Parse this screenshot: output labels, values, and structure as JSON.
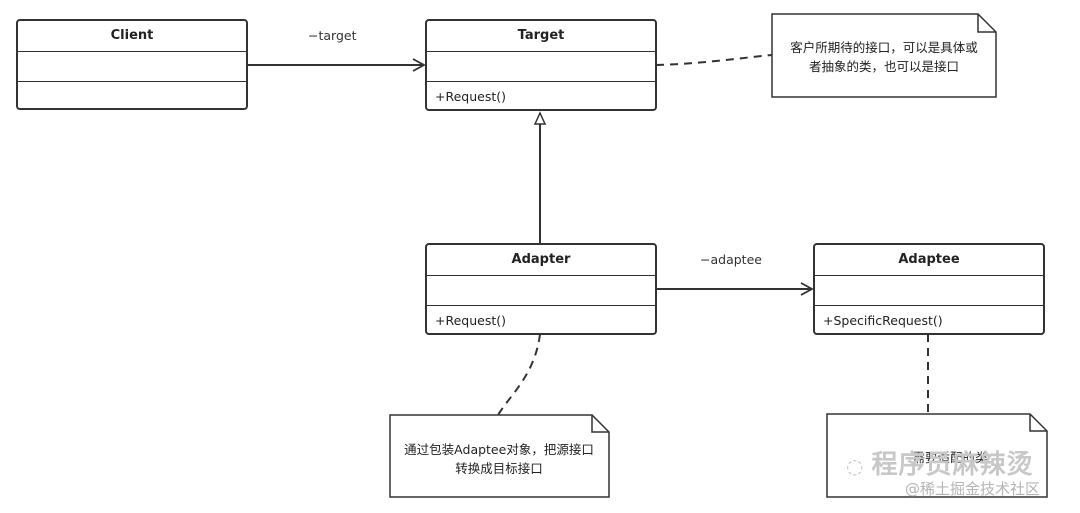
{
  "classes": {
    "client": {
      "name": "Client",
      "operation": ""
    },
    "target": {
      "name": "Target",
      "operation": "+Request()"
    },
    "adapter": {
      "name": "Adapter",
      "operation": "+Request()"
    },
    "adaptee": {
      "name": "Adaptee",
      "operation": "+SpecificRequest()"
    }
  },
  "associations": {
    "client_target": "−target",
    "adapter_adaptee": "−adaptee"
  },
  "notes": {
    "target_note": [
      "客户所期待的接口，可以是具体或",
      "者抽象的类，也可以是接口"
    ],
    "adapter_note": [
      "通过包装Adaptee对象，把源接口",
      "转换成目标接口"
    ],
    "adaptee_note": "需要适配的类"
  },
  "watermark": {
    "line1": "程序员麻辣烫",
    "line2": "@稀土掘金技术社区"
  },
  "colors": {
    "stroke": "#333333",
    "background": "#ffffff"
  }
}
